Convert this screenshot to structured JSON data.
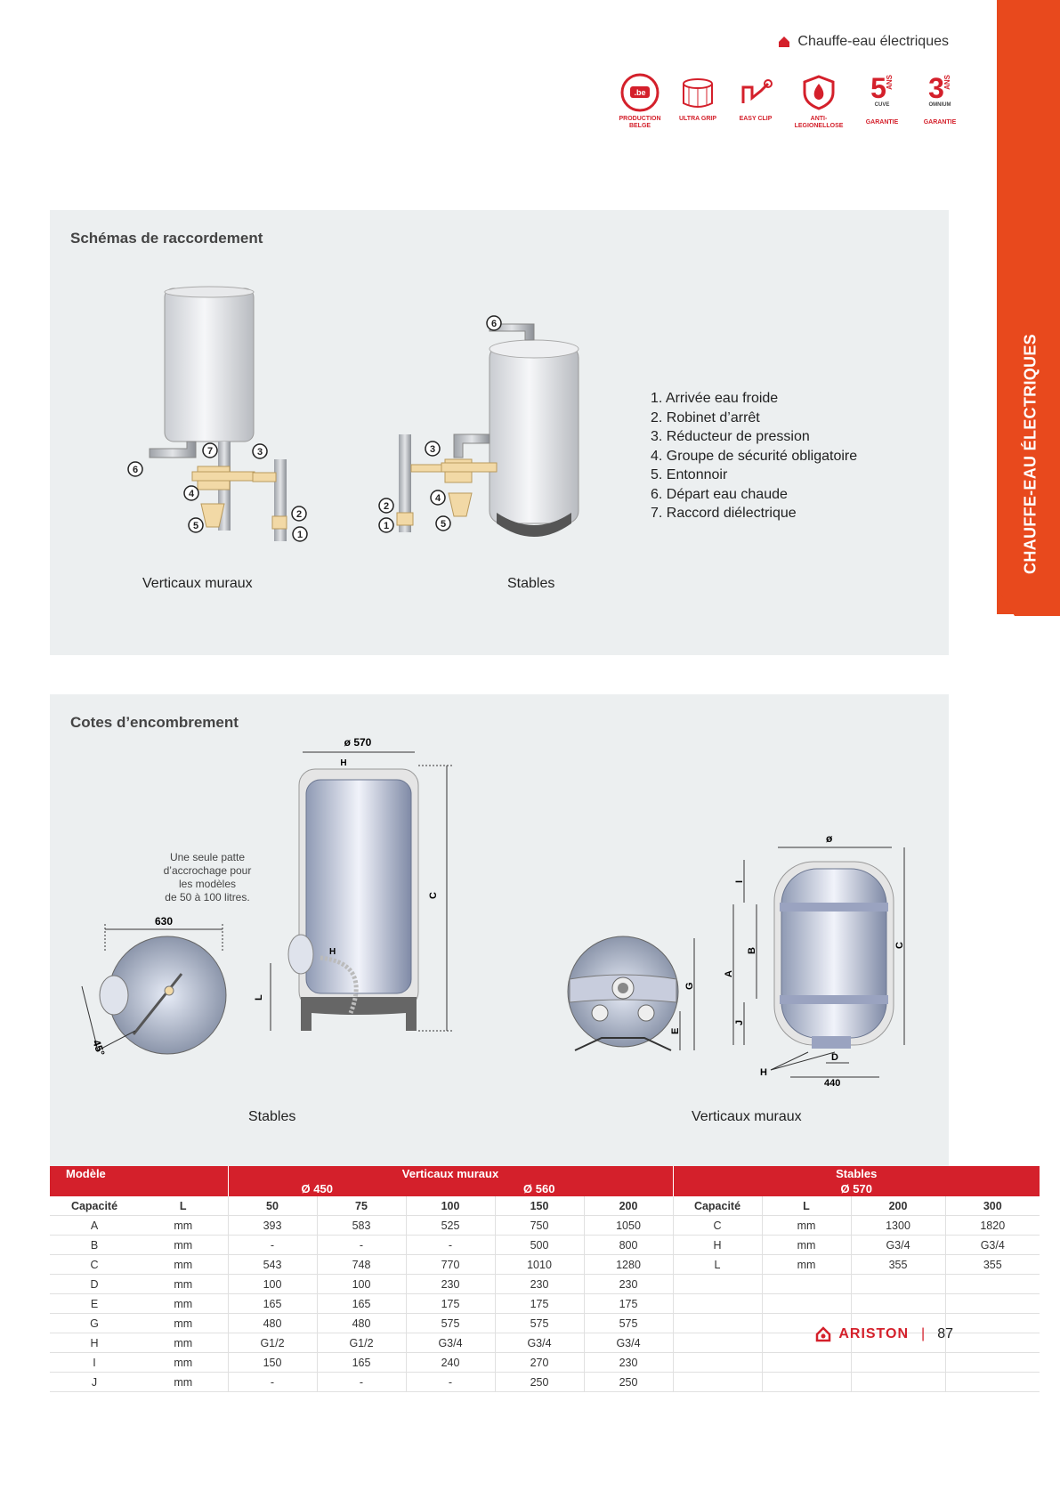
{
  "header": {
    "section": "Chauffe-eau électriques"
  },
  "side_tab": "CHAUFFE-EAU ÉLECTRIQUES",
  "badges": [
    {
      "label": "PRODUCTION BELGE",
      "icon": "made-in-belgium-icon"
    },
    {
      "label": "ULTRA GRIP",
      "icon": "ultra-grip-icon"
    },
    {
      "label": "EASY CLIP",
      "icon": "easy-clip-icon"
    },
    {
      "label": "ANTI-LEGIONELLOSE",
      "icon": "anti-legionella-icon"
    },
    {
      "label": "GARANTIE",
      "icon": "warranty-5-icon",
      "num": "5",
      "unit": "ANS",
      "sub": "CUVE"
    },
    {
      "label": "GARANTIE",
      "icon": "warranty-3-icon",
      "num": "3",
      "unit": "ANS",
      "sub": "OMNIUM"
    }
  ],
  "schemas": {
    "title": "Schémas de raccordement",
    "legend": [
      "1.  Arrivée eau froide",
      "2. Robinet d’arrêt",
      "3. Réducteur de pression",
      "4. Groupe de sécurité obligatoire",
      "5. Entonnoir",
      "6. Départ eau chaude",
      "7.  Raccord diélectrique"
    ],
    "caption_left": "Verticaux muraux",
    "caption_right": "Stables",
    "markers_left": [
      "7",
      "3",
      "6",
      "4",
      "2",
      "5",
      "1"
    ],
    "markers_right": [
      "6",
      "3",
      "4",
      "2",
      "1",
      "5"
    ]
  },
  "cotes": {
    "title": "Cotes d’encombrement",
    "note": [
      "Une seule patte",
      "d’accrochage pour",
      "les modèles",
      "de 50 à 100 litres."
    ],
    "caption_left": "Stables",
    "caption_right": "Verticaux muraux",
    "dims": {
      "d570": "ø 570",
      "h": "H",
      "c": "C",
      "l": "L",
      "w630": "630",
      "angle": "45°",
      "phi": "ø",
      "i": "I",
      "a": "A",
      "b": "B",
      "g": "G",
      "e": "E",
      "j": "J",
      "d": "D",
      "w440": "440"
    }
  },
  "table": {
    "h_model": "Modèle",
    "h_vert": "Verticaux muraux",
    "h_stables": "Stables",
    "h_d450": "Ø 450",
    "h_d560": "Ø 560",
    "h_d570": "Ø 570",
    "sub": [
      "Capacité",
      "L",
      "50",
      "75",
      "100",
      "150",
      "200",
      "Capacité",
      "L",
      "200",
      "300"
    ],
    "rows": [
      [
        "A",
        "mm",
        "393",
        "583",
        "525",
        "750",
        "1050",
        "C",
        "mm",
        "1300",
        "1820"
      ],
      [
        "B",
        "mm",
        "-",
        "-",
        "-",
        "500",
        "800",
        "H",
        "mm",
        "G3/4",
        "G3/4"
      ],
      [
        "C",
        "mm",
        "543",
        "748",
        "770",
        "1010",
        "1280",
        "L",
        "mm",
        "355",
        "355"
      ],
      [
        "D",
        "mm",
        "100",
        "100",
        "230",
        "230",
        "230",
        "",
        "",
        "",
        ""
      ],
      [
        "E",
        "mm",
        "165",
        "165",
        "175",
        "175",
        "175",
        "",
        "",
        "",
        ""
      ],
      [
        "G",
        "mm",
        "480",
        "480",
        "575",
        "575",
        "575",
        "",
        "",
        "",
        ""
      ],
      [
        "H",
        "mm",
        "G1/2",
        "G1/2",
        "G3/4",
        "G3/4",
        "G3/4",
        "",
        "",
        "",
        ""
      ],
      [
        "I",
        "mm",
        "150",
        "165",
        "240",
        "270",
        "230",
        "",
        "",
        "",
        ""
      ],
      [
        "J",
        "mm",
        "-",
        "-",
        "-",
        "250",
        "250",
        "",
        "",
        "",
        ""
      ]
    ]
  },
  "footer": {
    "brand": "ARISTON",
    "page": "87"
  }
}
